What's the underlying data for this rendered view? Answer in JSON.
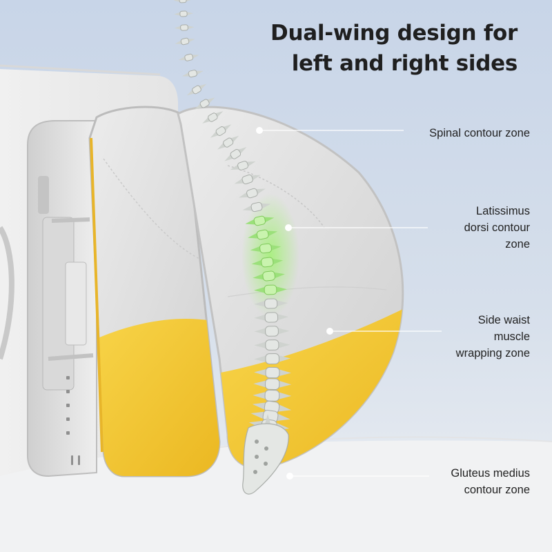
{
  "headline": {
    "line1": "Dual-wing design for",
    "line2": "left and right sides"
  },
  "callouts": [
    {
      "lines": [
        "Spinal contour zone"
      ]
    },
    {
      "lines": [
        "Latissimus",
        "dorsi contour",
        "zone"
      ]
    },
    {
      "lines": [
        "Side waist",
        "muscle",
        "wrapping zone"
      ]
    },
    {
      "lines": [
        "Gluteus medius",
        "contour zone"
      ]
    }
  ],
  "colors": {
    "background_top": "#c9d6e8",
    "background_bottom": "#e7ebf1",
    "cushion_fabric": "#dedede",
    "cushion_yellow": "#f3c72c",
    "spine_bone": "#e4e7e4",
    "spine_highlight": "#9be07a",
    "text": "#222222"
  }
}
